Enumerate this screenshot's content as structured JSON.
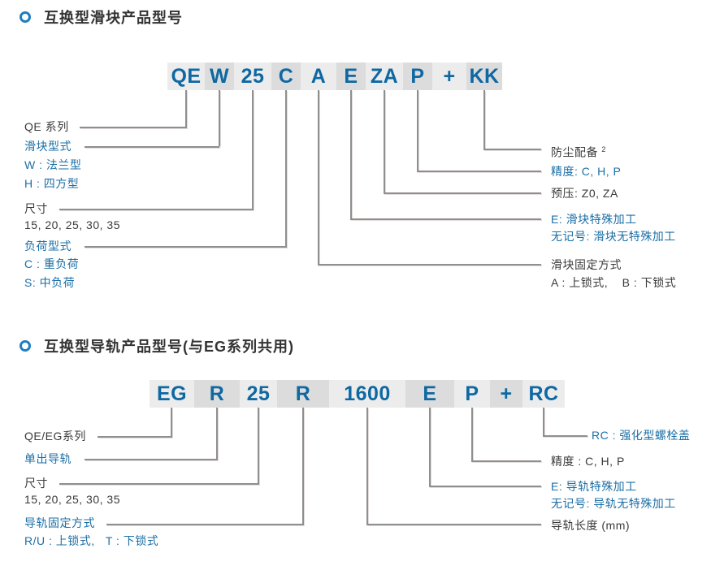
{
  "colors": {
    "accent_blue": "#1c6fa6",
    "code_blue": "#0e68a2",
    "text_dark": "#3a3a3a",
    "line_gray": "#8f8f8f",
    "segment_light": "#ececec",
    "segment_dark": "#dcdcdc",
    "bullet_blue": "#1f7ec2"
  },
  "section1": {
    "title": "互换型滑块产品型号",
    "code": [
      "QE",
      "W",
      "25",
      "C",
      "A",
      "E",
      "ZA",
      "P",
      "+",
      "KK"
    ],
    "labels": {
      "series": "QE 系列",
      "slider_type": "滑块型式",
      "slider_type_w": "W : 法兰型",
      "slider_type_h": "H : 四方型",
      "size": "尺寸",
      "size_values": "15, 20, 25, 30, 35",
      "load_type": "负荷型式",
      "load_c": "C : 重负荷",
      "load_s": "S: 中负荷",
      "dust": "防尘配备 ",
      "dust_sup": "2",
      "precision": "精度: C, H, P",
      "preload": "预压: Z0, ZA",
      "special_e": "E: 滑块特殊加工",
      "special_none": "无记号: 滑块无特殊加工",
      "fixing": "滑块固定方式",
      "fixing_values": "A : 上锁式,    B : 下锁式"
    }
  },
  "section2": {
    "title": "互换型导轨产品型号(与EG系列共用)",
    "code": [
      "EG",
      "R",
      "25",
      "R",
      "1600",
      "E",
      "P",
      "+",
      "RC"
    ],
    "labels": {
      "series": "QE/EG系列",
      "rail": "单出导轨",
      "size": "尺寸",
      "size_values": "15, 20, 25, 30, 35",
      "fixing": "导轨固定方式",
      "fixing_values": "R/U : 上锁式,   T : 下锁式",
      "rc": "RC : 强化型螺栓盖",
      "precision": "精度 : C, H, P",
      "special_e": "E: 导轨特殊加工",
      "special_none": "无记号: 导轨无特殊加工",
      "length": "导轨长度 (mm)"
    }
  }
}
